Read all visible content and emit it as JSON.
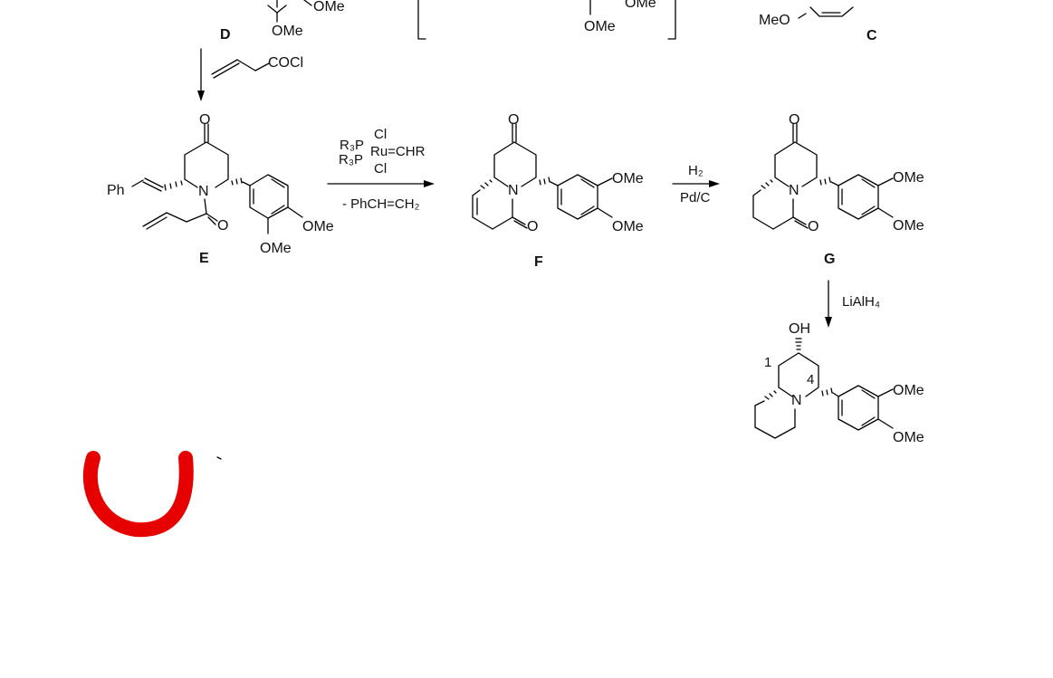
{
  "labels": {
    "top_left_ome_1": "OMe",
    "top_left_ome_2": "OMe",
    "top_mid_ome_1": "OMe",
    "top_mid_ome_2": "OMe",
    "top_right_meo": "MeO"
  },
  "compounds": {
    "D": "D",
    "C": "C",
    "E": "E",
    "F": "F",
    "G": "G"
  },
  "steps": {
    "d_to_e": {
      "reagent": "COCl"
    },
    "e_to_f": {
      "catalyst_r3p_top": "R₃P",
      "catalyst_r3p_bottom": "R₃P",
      "catalyst_cl_top": "Cl",
      "catalyst_cl_bottom": "Cl",
      "catalyst_ru": "Ru=CHR",
      "byproduct": "- PhCH=CH₂"
    },
    "f_to_g": {
      "reagent_top": "H₂",
      "reagent_bottom": "Pd/C"
    },
    "g_to_product": {
      "reagent": "LiAlH₄"
    }
  },
  "structure_E": {
    "ketone_o": "O",
    "n": "N",
    "amide_o": "O",
    "ph": "Ph",
    "ome_1": "OMe",
    "ome_2": "OMe"
  },
  "structure_F": {
    "ketone_o": "O",
    "n": "N",
    "amide_o": "O",
    "ome_1": "OMe",
    "ome_2": "OMe"
  },
  "structure_G": {
    "ketone_o": "O",
    "n": "N",
    "amide_o": "O",
    "ome_1": "OMe",
    "ome_2": "OMe"
  },
  "structure_product": {
    "oh": "OH",
    "n": "N",
    "locant_1": "1",
    "locant_4": "4",
    "ome_1": "OMe",
    "ome_2": "OMe"
  },
  "colors": {
    "ink": "#000000",
    "annotation": "#e60000",
    "background": "#ffffff"
  }
}
